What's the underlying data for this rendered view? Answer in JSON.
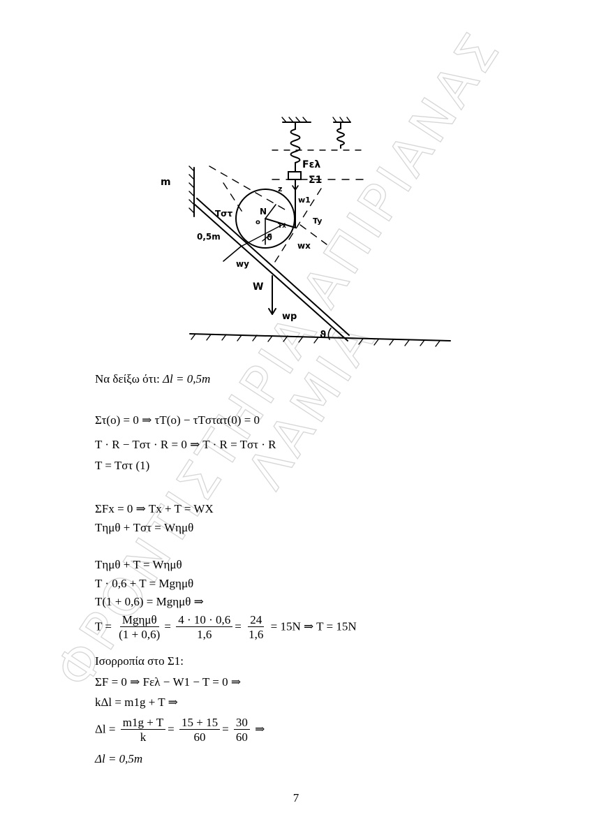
{
  "watermark": {
    "line1": "ΦΡΟΝΤΙΣΤΗΡΙΑ ΑΠΙΡΙΑΝΑΣ",
    "line2": "ΛΑΜΙΑ"
  },
  "figure_labels": {
    "m": "m",
    "fel": "Fελ",
    "sigma1": "Σ1",
    "z": "z",
    "w1": "w1",
    "tst": "Tστ",
    "n": "N",
    "o": "o",
    "half_m": "0,5m",
    "theta_center": "ϑ",
    "wx": "wx",
    "wy": "wy",
    "w": "W",
    "wp": "wp",
    "theta_ground": "ϑ",
    "ty": "Ty",
    "tx": "Tx"
  },
  "text": {
    "prove_label": "Να δείξω ότι:",
    "prove_eq": "Δl = 0,5m",
    "torque_1": "Στ(o) = 0 ⇒ τT(o) − τTστατ(0) = 0",
    "torque_2": "T · R − Tστ · R = 0 ⇒ T · R = Tστ · R",
    "torque_3": "T = Tστ (1)",
    "force_1": "ΣFx = 0 ⇒ Tx + T = WX",
    "force_2": "Tημθ + Tστ = Wημθ",
    "calc_1": "Tημθ + T = Wημθ",
    "calc_2": "T · 0,6 + T = Mgημθ",
    "calc_3": "T(1 + 0,6) = Mgημθ ⇒",
    "calc_4_lhs": "T =",
    "calc_4_f1_num": "Mgημθ",
    "calc_4_f1_den": "(1 + 0,6)",
    "calc_4_f2_num": "4 · 10 · 0,6",
    "calc_4_f2_den": "1,6",
    "calc_4_f3_num": "24",
    "calc_4_f3_den": "1,6",
    "calc_4_tail": "= 15N ⇒ T = 15N",
    "eq_label": "Ισορροπία στο Σ1:",
    "eq_1": "ΣF = 0 ⇒ Fελ − W1 − T = 0 ⇒",
    "eq_2": "kΔl = m1g + T ⇒",
    "eq_3_lhs": "Δl =",
    "eq_3_f1_num": "m1g + T",
    "eq_3_f1_den": "k",
    "eq_3_f2_num": "15 + 15",
    "eq_3_f2_den": "60",
    "eq_3_f3_num": "30",
    "eq_3_f3_den": "60",
    "eq_3_tail": "⇒",
    "eq_4": "Δl = 0,5m"
  },
  "page_number": "7"
}
